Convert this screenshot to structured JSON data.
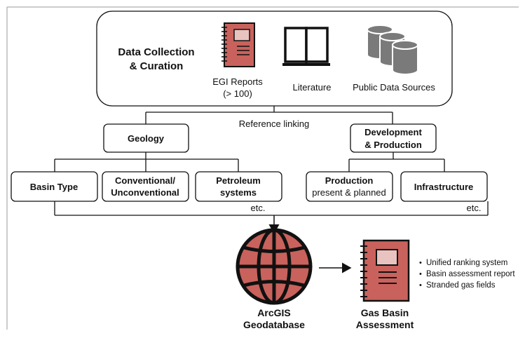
{
  "top_box": {
    "title_line1": "Data Collection",
    "title_line2": "& Curation",
    "sources": [
      {
        "label_line1": "EGI Reports",
        "label_line2": "(> 100)",
        "icon": "report-book-icon"
      },
      {
        "label_line1": "Literature",
        "label_line2": "",
        "icon": "open-book-icon"
      },
      {
        "label_line1": "Public Data Sources",
        "label_line2": "",
        "icon": "database-icon"
      }
    ]
  },
  "reference_linking": "Reference linking",
  "categories": {
    "geology": {
      "label": "Geology",
      "children": [
        {
          "line1": "Basin Type",
          "line2": ""
        },
        {
          "line1": "Conventional/",
          "line2": "Unconventional"
        },
        {
          "line1": "Petroleum",
          "line2": "systems"
        }
      ],
      "etc": "etc."
    },
    "development": {
      "label_line1": "Development",
      "label_line2": "& Production",
      "children": [
        {
          "line1": "Production",
          "line2": "present & planned"
        },
        {
          "line1": "Infrastructure",
          "line2": ""
        }
      ],
      "etc": "etc."
    }
  },
  "arcgis": {
    "line1": "ArcGIS",
    "line2": "Geodatabase",
    "icon": "globe-icon"
  },
  "assessment": {
    "line1": "Gas Basin",
    "line2": "Assessment",
    "icon": "report-book-icon",
    "bullets": [
      "Unified ranking system",
      "Basin assessment report",
      "Stranded gas fields"
    ]
  },
  "colors": {
    "accent": "#c9625c",
    "accent_dark": "#111111",
    "panel_light": "#e8c3c0",
    "db_gray": "#7a7a7a"
  }
}
